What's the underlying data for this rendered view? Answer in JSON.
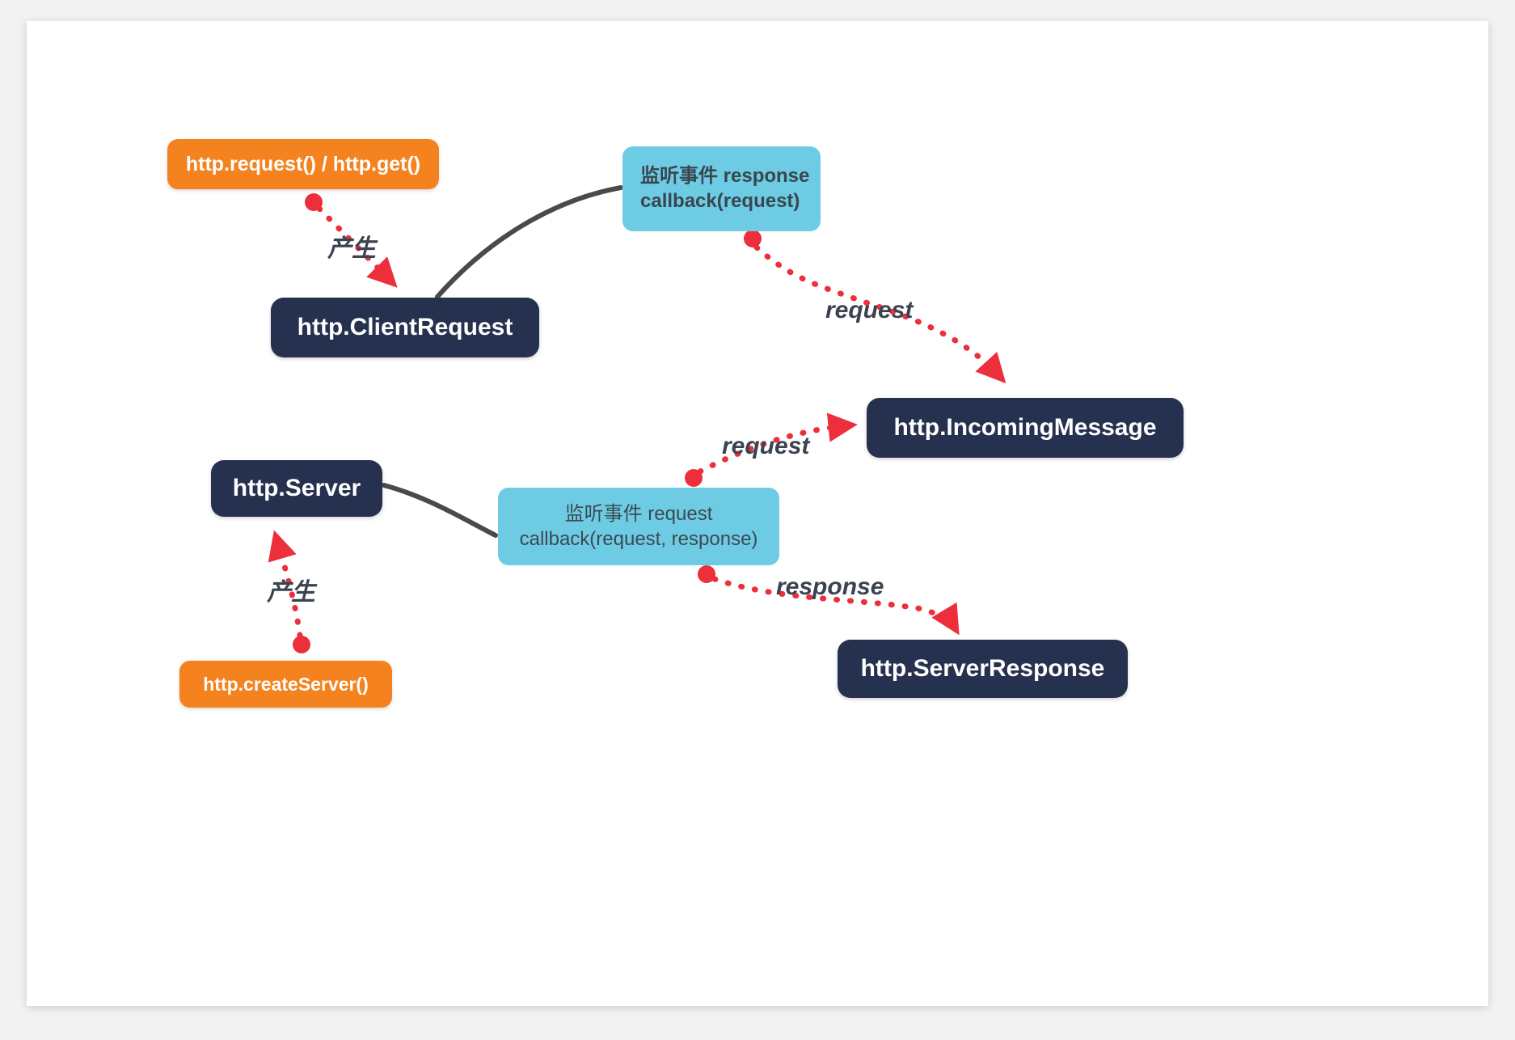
{
  "diagram": {
    "title": "Node.js HTTP module object relationships",
    "background": "#ffffff",
    "colors": {
      "dark_node": "#26314f",
      "orange_node": "#f4821f",
      "blue_node": "#6ecbe4",
      "arrow_red": "#ec2f3a",
      "connector_gray": "#4a4a4a",
      "label_text": "#3a4350"
    },
    "nodes": [
      {
        "id": "http-request",
        "label": "http.request() / http.get()",
        "kind": "orange"
      },
      {
        "id": "client-request",
        "label": "http.ClientRequest",
        "kind": "dark"
      },
      {
        "id": "listen-response",
        "label": "监听事件 response\ncallback(request)",
        "kind": "blue-bold"
      },
      {
        "id": "incoming",
        "label": "http.IncomingMessage",
        "kind": "dark"
      },
      {
        "id": "server",
        "label": "http.Server",
        "kind": "dark"
      },
      {
        "id": "listen-request",
        "label": "监听事件 request\ncallback(request, response)",
        "kind": "blue-plain"
      },
      {
        "id": "create-server",
        "label": "http.createServer()",
        "kind": "orange"
      },
      {
        "id": "server-response",
        "label": "http.ServerResponse",
        "kind": "dark"
      }
    ],
    "edges": [
      {
        "id": "produce-1",
        "from": "http-request",
        "to": "client-request",
        "label": "产生",
        "style": "red-dotted-arrow"
      },
      {
        "id": "produce-2",
        "from": "create-server",
        "to": "server",
        "label": "产生",
        "style": "red-dotted-arrow"
      },
      {
        "id": "request-1",
        "from": "listen-response",
        "to": "incoming",
        "label": "request",
        "style": "red-dotted-arrow"
      },
      {
        "id": "request-2",
        "from": "listen-request",
        "to": "incoming",
        "label": "request",
        "style": "red-dotted-arrow"
      },
      {
        "id": "response",
        "from": "listen-request",
        "to": "server-response",
        "label": "response",
        "style": "red-dotted-arrow"
      },
      {
        "id": "link-1",
        "from": "client-request",
        "to": "listen-response",
        "label": "",
        "style": "gray-curve"
      },
      {
        "id": "link-2",
        "from": "server",
        "to": "listen-request",
        "label": "",
        "style": "gray-curve"
      }
    ]
  }
}
